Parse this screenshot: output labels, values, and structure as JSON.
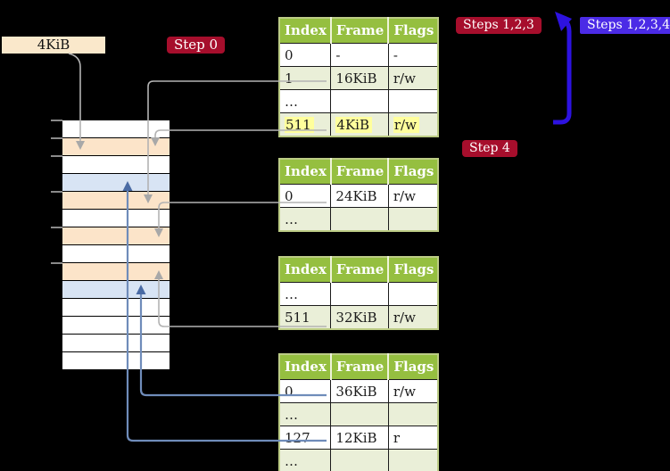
{
  "memory_label": "4KiB",
  "badges": {
    "step0": "Step 0",
    "steps123": "Steps 1,2,3",
    "steps1234": "Steps 1,2,3,4",
    "step4": "Step 4"
  },
  "page_tables": [
    {
      "headers": [
        "Index",
        "Frame",
        "Flags"
      ],
      "rows": [
        {
          "cells": [
            "0",
            "-",
            "-"
          ]
        },
        {
          "cells": [
            "1",
            "16KiB",
            "r/w"
          ]
        },
        {
          "cells": [
            "…",
            "",
            ""
          ]
        },
        {
          "cells": [
            "511",
            "4KiB",
            "r/w"
          ],
          "highlight": true
        }
      ]
    },
    {
      "headers": [
        "Index",
        "Frame",
        "Flags"
      ],
      "rows": [
        {
          "cells": [
            "0",
            "24KiB",
            "r/w"
          ]
        },
        {
          "cells": [
            "…",
            "",
            ""
          ]
        }
      ]
    },
    {
      "headers": [
        "Index",
        "Frame",
        "Flags"
      ],
      "rows": [
        {
          "cells": [
            "…",
            "",
            ""
          ]
        },
        {
          "cells": [
            "511",
            "32KiB",
            "r/w"
          ]
        }
      ]
    },
    {
      "headers": [
        "Index",
        "Frame",
        "Flags"
      ],
      "rows": [
        {
          "cells": [
            "0",
            "36KiB",
            "r/w"
          ]
        },
        {
          "cells": [
            "…",
            "",
            ""
          ]
        },
        {
          "cells": [
            "127",
            "12KiB",
            "r"
          ]
        },
        {
          "cells": [
            "…",
            "",
            ""
          ]
        }
      ]
    }
  ],
  "memory_strip": {
    "rows": [
      "white",
      "peach",
      "white",
      "blue",
      "peach",
      "white",
      "peach",
      "white",
      "peach",
      "blue",
      "white",
      "white",
      "white",
      "white"
    ]
  },
  "colors": {
    "background": "#000000",
    "table_header_green": "#95bf40",
    "table_row_green": "#eaefd8",
    "table_border_green": "#bccc85",
    "highlight_yellow": "#ffff9c",
    "badge_red": "#a60e2c",
    "badge_blue": "#4b2be6",
    "arrow_indigo": "#2d12e0",
    "arrow_gray": "#b3b3b3",
    "arrow_steelblue": "#6f8cba",
    "strip_peach": "#fce4c9",
    "strip_blue": "#d8e4f4",
    "label_cream": "#fae8cb"
  }
}
